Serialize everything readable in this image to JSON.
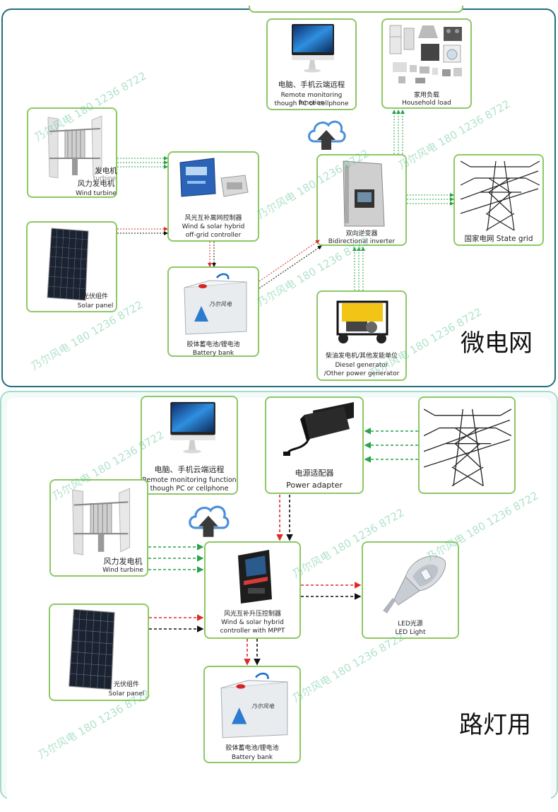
{
  "microgrid": {
    "title": "微电网",
    "monitor_cn": "电脑、手机云端远程",
    "monitor_en1": "Remote monitoring function",
    "monitor_en2": "though PC or cellphone",
    "household_cn": "家用负载",
    "household_en": "Household load",
    "turbine_cn1": "发电机",
    "turbine_en1": "turbine",
    "turbine_cn2": "风力发电机",
    "turbine_en2": "Wind turbine",
    "controller_cn": "风光互补离网控制器",
    "controller_en1": "Wind & solar hybrid",
    "controller_en2": "off-grid controller",
    "inverter_cn": "双向逆变器",
    "inverter_en": "Bidirectional inverter",
    "grid_label": "国家电网 State grid",
    "solar_cn": "光伏组件",
    "solar_en": "Solar panel",
    "battery_cn": "胶体蓄电池/锂电池",
    "battery_en": "Battery bank",
    "diesel_cn": "柴油发电机/其他发能单位",
    "diesel_en1": "Diesel generator",
    "diesel_en2": "/Other power generator",
    "battery_brand": "乃尔风电"
  },
  "streetlight": {
    "title": "路灯用",
    "monitor_cn": "电脑、手机云端远程",
    "monitor_en1": "Remote monitoring function",
    "monitor_en2": "though PC or cellphone",
    "adapter_cn": "电源适配器",
    "adapter_en": "Power adapter",
    "turbine_cn": "风力发电机",
    "turbine_en": "Wind turbine",
    "controller_cn": "风光互补升压控制器",
    "controller_en1": "Wind & solar hybrid",
    "controller_en2": "controller with MPPT",
    "led_cn": "LED光源",
    "led_en": "LED Light",
    "solar_cn": "光伏组件",
    "solar_en": "Solar panel",
    "battery_cn": "胶体蓄电池/锂电池",
    "battery_en": "Battery bank",
    "battery_brand": "乃尔风电"
  },
  "watermark": "乃尔风电 180 1236 8722",
  "colors": {
    "box_border": "#8cc864",
    "panel_border": "#1f6f7d",
    "green_arrow": "#2aa34a",
    "red_arrow": "#e02a2a",
    "black_arrow": "#111111",
    "cloud": "#4a90d9"
  }
}
